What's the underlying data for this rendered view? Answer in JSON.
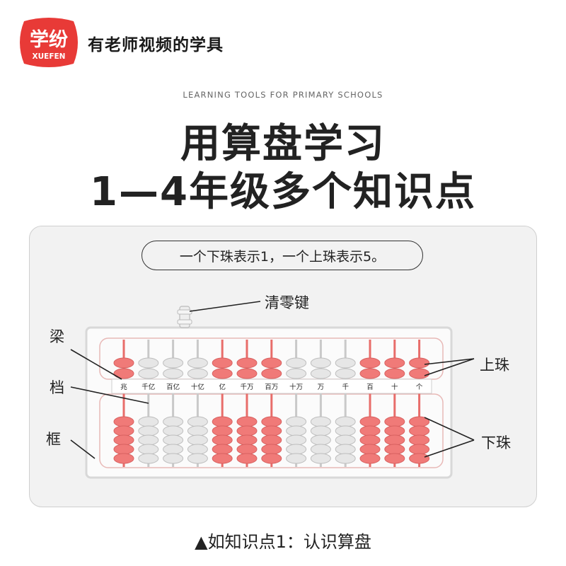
{
  "brand": {
    "logo_text_cn": "学纷",
    "logo_text_en": "XUEFEN",
    "logo_color": "#e83a37",
    "slogan": "有老师视频的学具"
  },
  "subtitle_en": "LEARNING TOOLS FOR PRIMARY SCHOOLS",
  "headline": {
    "line1": "用算盘学习",
    "line2": "1—4年级多个知识点"
  },
  "panel": {
    "pill_text": "一个下珠表示1，一个上珠表示5。",
    "labels": {
      "reset_key": "清零键",
      "beam": "梁",
      "rod": "档",
      "frame": "框",
      "upper_bead": "上珠",
      "lower_bead": "下珠"
    },
    "place_values": [
      "兆",
      "千亿",
      "百亿",
      "十亿",
      "亿",
      "千万",
      "百万",
      "十万",
      "万",
      "千",
      "百",
      "十",
      "个"
    ],
    "rod_colors": [
      "pink",
      "white",
      "white",
      "white",
      "pink",
      "pink",
      "pink",
      "white",
      "white",
      "white",
      "pink",
      "pink",
      "pink"
    ],
    "colors": {
      "pink_bead": "#f07a78",
      "white_bead": "#e6e6e6",
      "pink_rod": "#e86d6a"
    }
  },
  "caption": "▲如知识点1：认识算盘"
}
